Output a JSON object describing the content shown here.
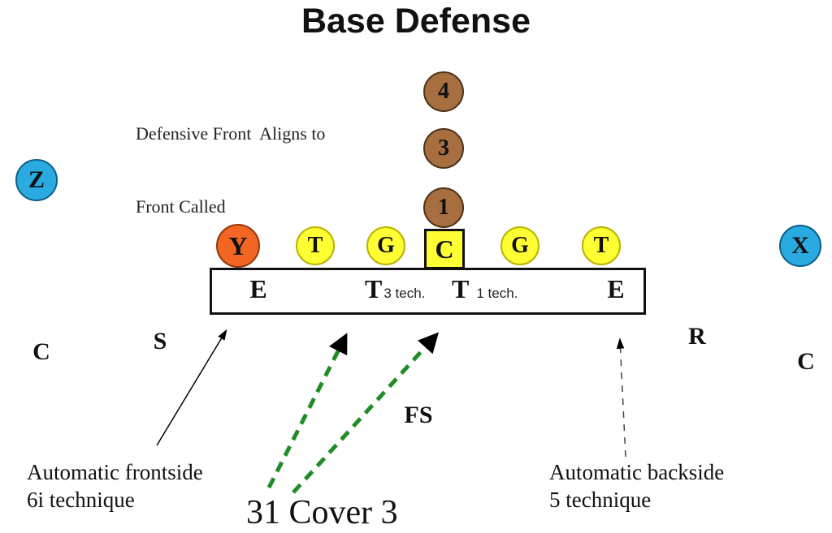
{
  "title": "Base Defense",
  "notes": {
    "front_align_line1": "Defensive Front  Aligns to",
    "front_align_line2": "Front Called",
    "frontside_line1": "Automatic frontside",
    "frontside_line2": "6i technique",
    "backside_line1": "Automatic backside",
    "backside_line2": "5 technique",
    "coverage_call": "31 Cover 3"
  },
  "offense": {
    "back_4": "4",
    "back_3": "3",
    "back_1": "1",
    "receiver_z": "Z",
    "receiver_x": "X",
    "tight_end_y": "Y",
    "left_tackle": "T",
    "left_guard": "G",
    "center": "C",
    "right_guard": "G",
    "right_tackle": "T"
  },
  "defense": {
    "end_left": "E",
    "tackle_3": "T",
    "tackle_3_tech": "3 tech.",
    "tackle_1": "T",
    "tackle_1_tech": "1 tech.",
    "end_right": "E",
    "corner_left": "C",
    "sam": "S",
    "free_safety": "FS",
    "rover": "R",
    "corner_right": "C"
  },
  "colors": {
    "brown": "#A76F3F",
    "blue": "#29ABE2",
    "orange": "#F26522",
    "yellow": "#FFFF33",
    "green": "#1F8C28"
  }
}
